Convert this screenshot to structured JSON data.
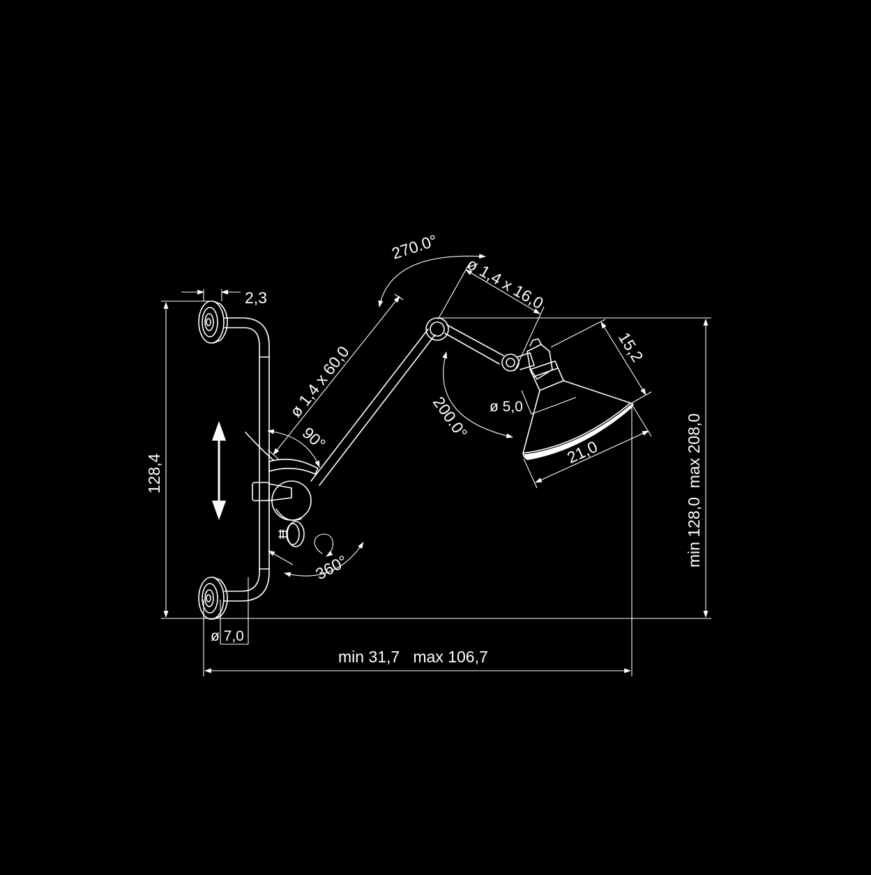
{
  "colors": {
    "background": "#000000",
    "lines": "#ffffff"
  },
  "dimensions": {
    "mount_offset": "2,3",
    "total_height": "128,4",
    "base_diameter": "ø 7,0",
    "width_range": "min 31,7   max 106,7",
    "height_range": "min 128,0  max 208,0",
    "lower_arm": "ø 1,4 x 60,0",
    "upper_arm": "ø 1,4 x 16,0",
    "shade_height": "15,2",
    "shade_width": "21,0",
    "socket_diameter": "ø 5,0"
  },
  "angles": {
    "top_joint": "270.0°",
    "shade_joint": "200.0°",
    "arm_tilt": "90°",
    "rotation": "360°"
  }
}
